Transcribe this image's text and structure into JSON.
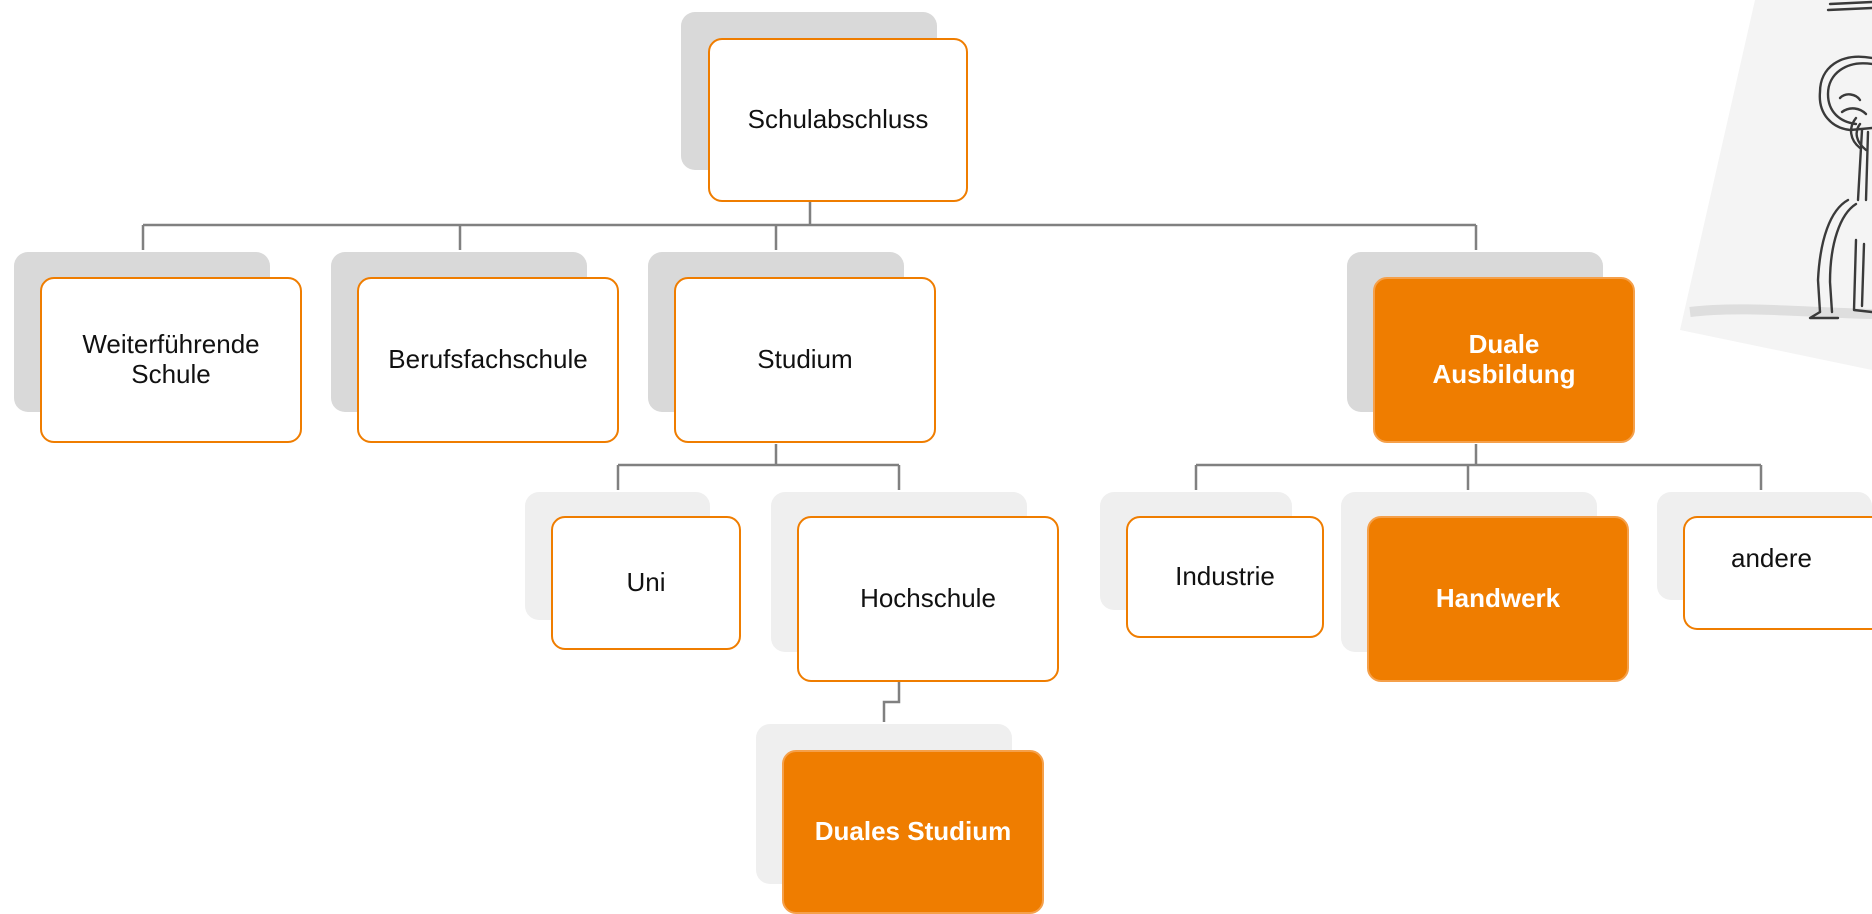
{
  "colors": {
    "accent": "#ef7d00",
    "shadow": "#d9d9d9",
    "shadow_light": "#efefef",
    "connector": "#808080"
  },
  "diagram": {
    "root": {
      "label": "Schulabschluss"
    },
    "level1": [
      {
        "label": "Weiterführende\nSchule"
      },
      {
        "label": "Berufsfachschule"
      },
      {
        "label": "Studium"
      },
      {
        "label": "Duale\nAusbildung",
        "highlighted": true
      }
    ],
    "studium_children": [
      {
        "label": "Uni"
      },
      {
        "label": "Hochschule"
      }
    ],
    "hochschule_children": [
      {
        "label": "Duales Studium",
        "highlighted": true
      }
    ],
    "ausbildung_children": [
      {
        "label": "Industrie"
      },
      {
        "label": "Handwerk",
        "highlighted": true
      },
      {
        "label": "andere"
      }
    ]
  },
  "decoration": {
    "icon": "thinking-stick-figure-icon"
  }
}
